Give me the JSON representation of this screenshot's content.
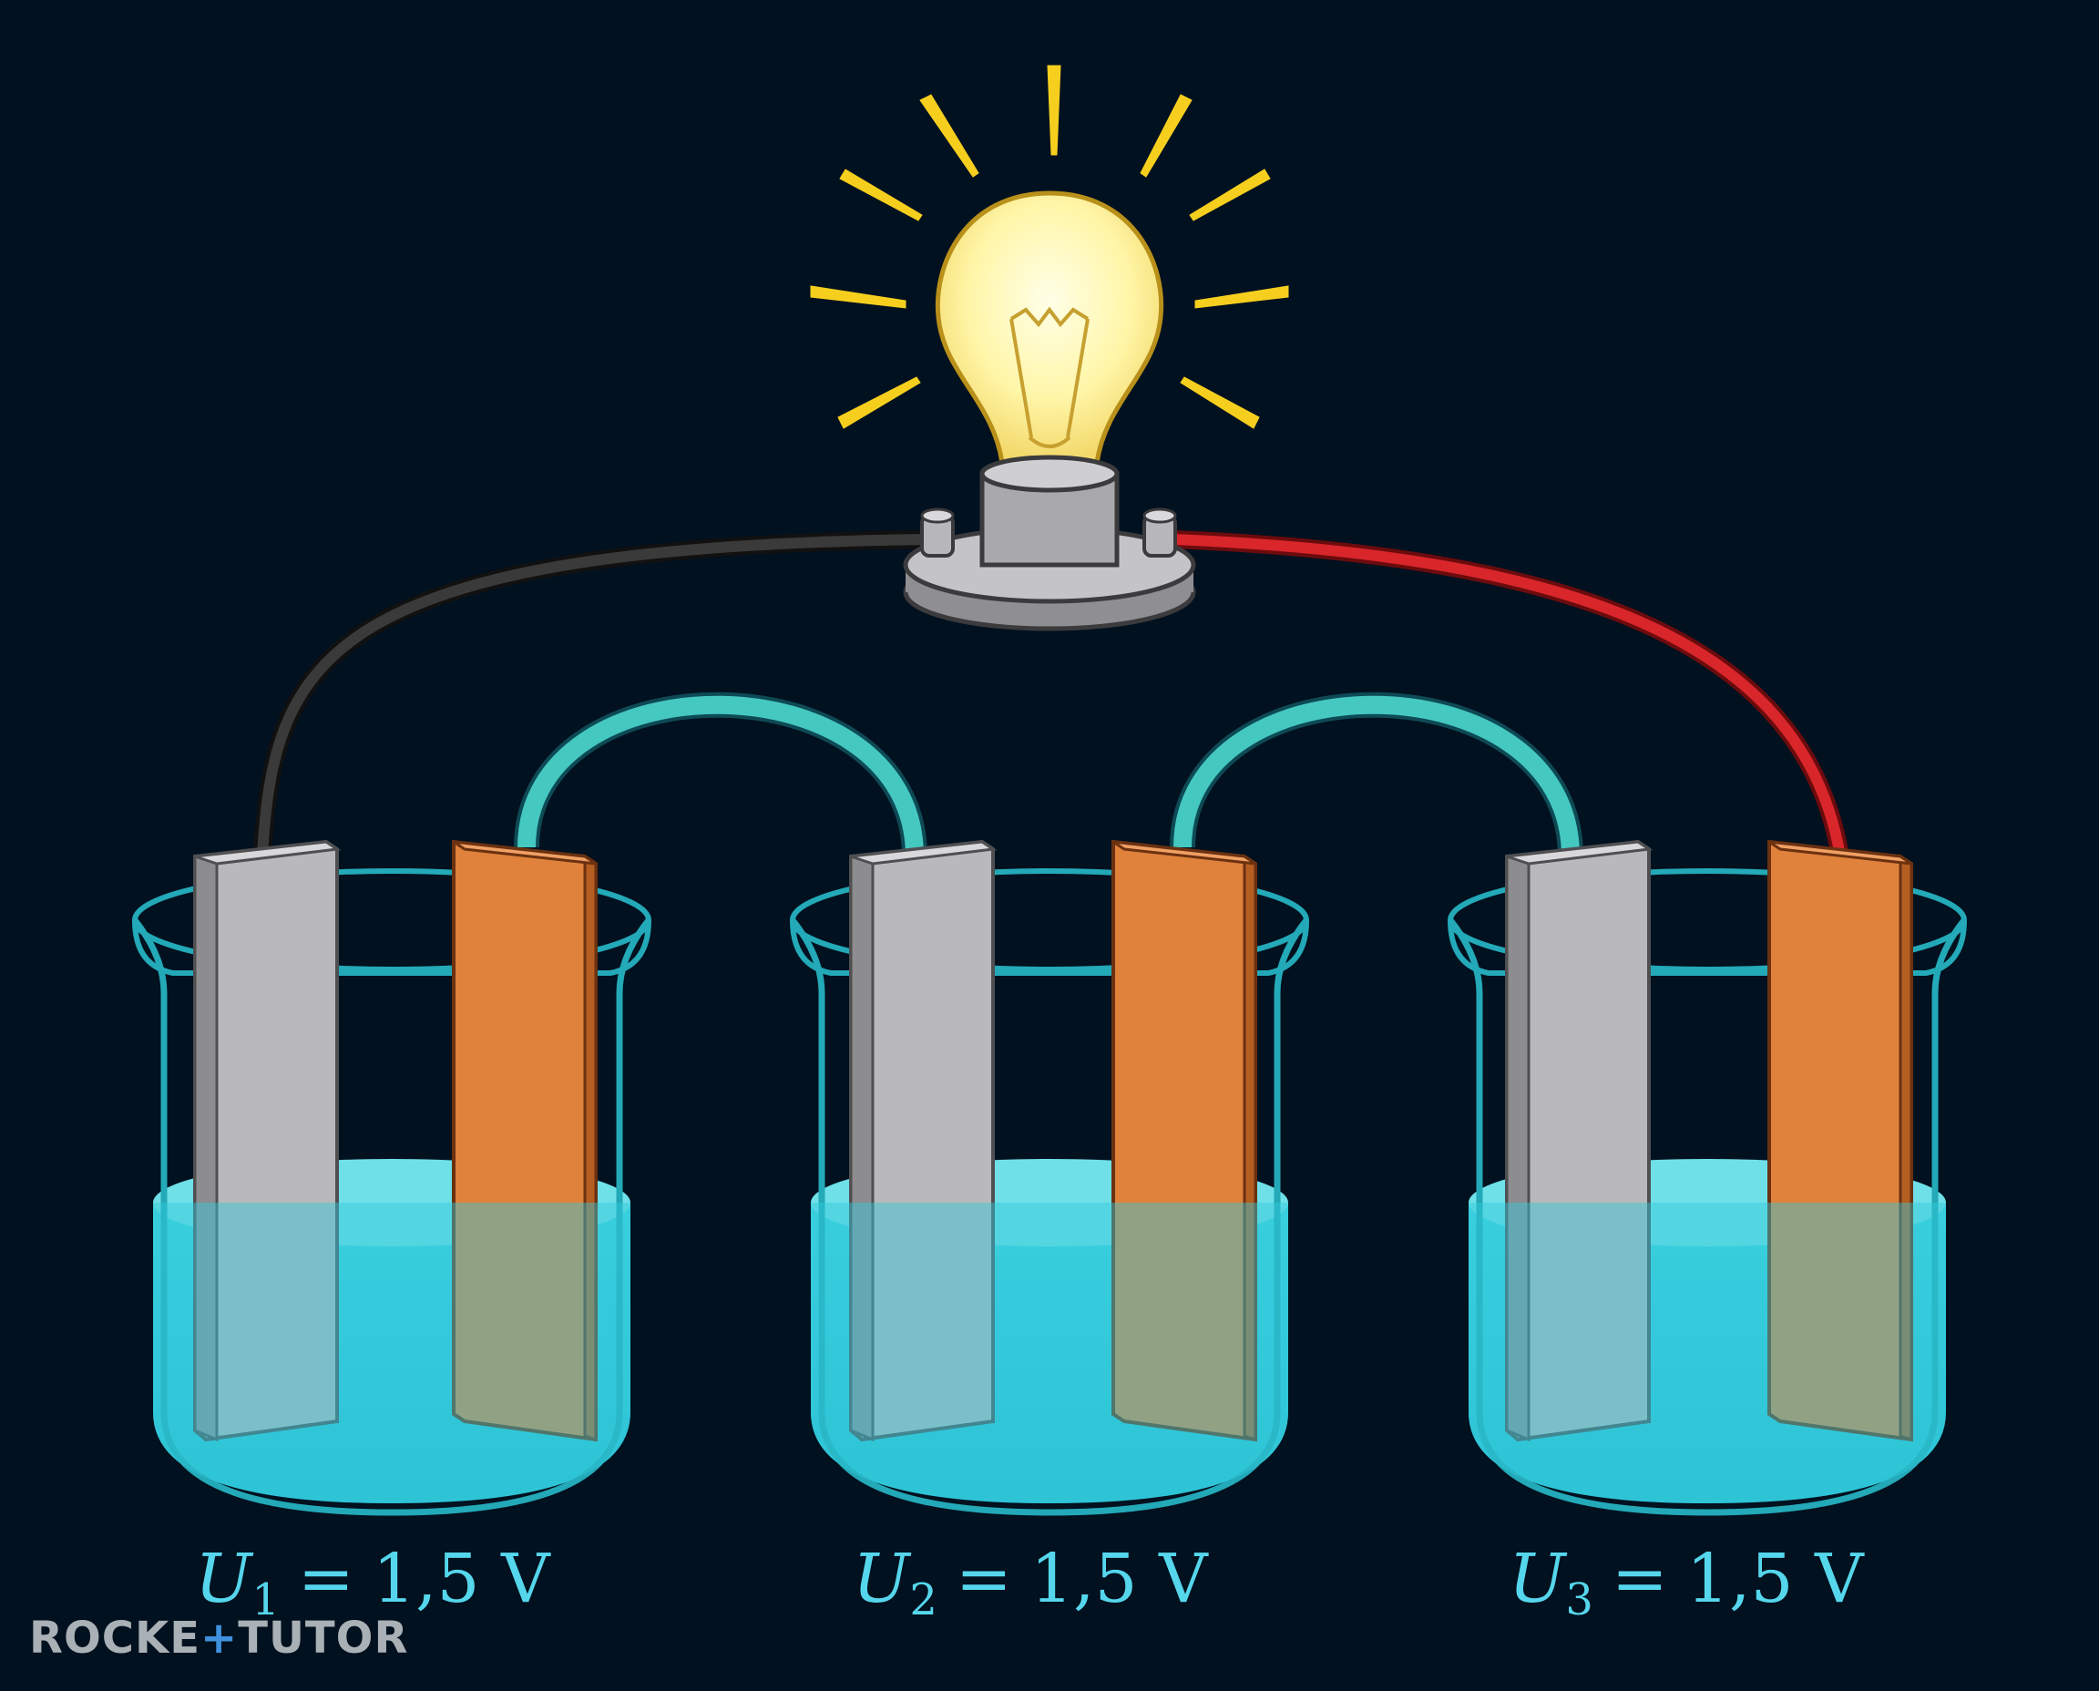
{
  "diagram": {
    "cells": [
      {
        "symbol": "U",
        "subscript": "1",
        "equals": "=",
        "value": "1,5",
        "unit": "V"
      },
      {
        "symbol": "U",
        "subscript": "2",
        "equals": "=",
        "value": "1,5",
        "unit": "V"
      },
      {
        "symbol": "U",
        "subscript": "3",
        "equals": "=",
        "value": "1,5",
        "unit": "V"
      }
    ],
    "colors": {
      "background": "#02111f",
      "electrolyte": "#31c9db",
      "beaker_outline": "#23a9b8",
      "zinc_electrode": "#b9b9bb",
      "copper_electrode": "#e0823c",
      "salt_bridge": "#45c8c0",
      "wire_negative": "#3a3a3a",
      "wire_positive": "#d8262b",
      "bulb_glow": "#fff6a8",
      "rays": "#f6cf1e",
      "label_color": "#55d6ec"
    },
    "icons": [
      "light-bulb-icon",
      "bulb-socket-icon",
      "beaker-icon",
      "electrode-icon"
    ]
  },
  "watermark": {
    "left": "ROCKE",
    "plus": "+",
    "right": "TUTOR"
  }
}
